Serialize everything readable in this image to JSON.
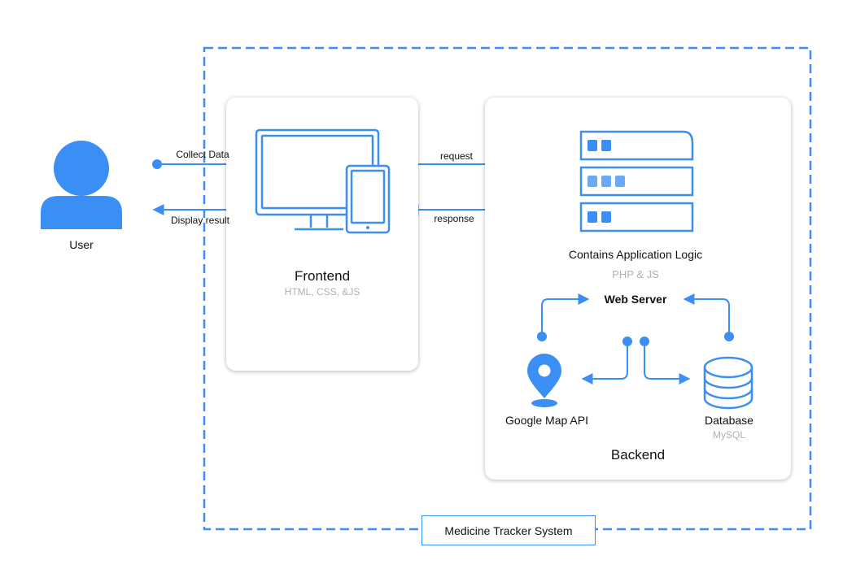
{
  "colors": {
    "accent": "#3b8ef3",
    "muted": "#b0b0b0",
    "dash": "#3b8ef3"
  },
  "system": {
    "title": "Medicine Tracker System"
  },
  "user": {
    "label": "User",
    "icon": "user-icon"
  },
  "arrows": {
    "collect": "Collect Data",
    "display": "Display result",
    "request": "request",
    "response": "response"
  },
  "frontend": {
    "title": "Frontend",
    "subtitle": "HTML, CSS, &JS",
    "icon": "devices-icon"
  },
  "backend": {
    "title": "Backend",
    "server_icon": "server-icon",
    "logic_label": "Contains Application Logic",
    "logic_sub": "PHP & JS",
    "web_server": "Web Server",
    "map_api": {
      "label": "Google Map API",
      "icon": "map-pin-icon"
    },
    "database": {
      "label": "Database",
      "sub": "MySQL",
      "icon": "database-icon"
    }
  }
}
